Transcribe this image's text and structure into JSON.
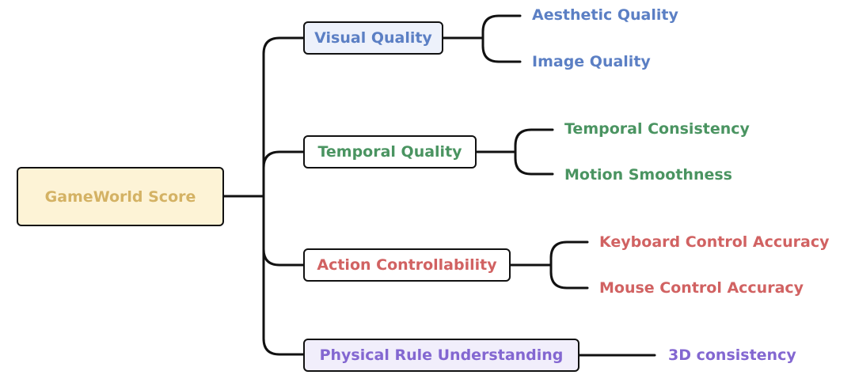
{
  "root": {
    "label": "GameWorld Score",
    "color": "#d4b264",
    "fill": "#fdf3d6"
  },
  "categories": [
    {
      "label": "Visual Quality",
      "color": "#5b7fc4",
      "fill": "#edf1fb",
      "leaves": [
        "Aesthetic Quality",
        "Image Quality"
      ]
    },
    {
      "label": "Temporal Quality",
      "color": "#4a9461",
      "fill": "#ffffff",
      "leaves": [
        "Temporal Consistency",
        "Motion Smoothness"
      ]
    },
    {
      "label": "Action Controllability",
      "color": "#d16262",
      "fill": "#ffffff",
      "leaves": [
        "Keyboard Control Accuracy",
        "Mouse Control Accuracy"
      ]
    },
    {
      "label": "Physical Rule Understanding",
      "color": "#8367d1",
      "fill": "#f1eefb",
      "leaves": [
        "3D consistency"
      ]
    }
  ]
}
